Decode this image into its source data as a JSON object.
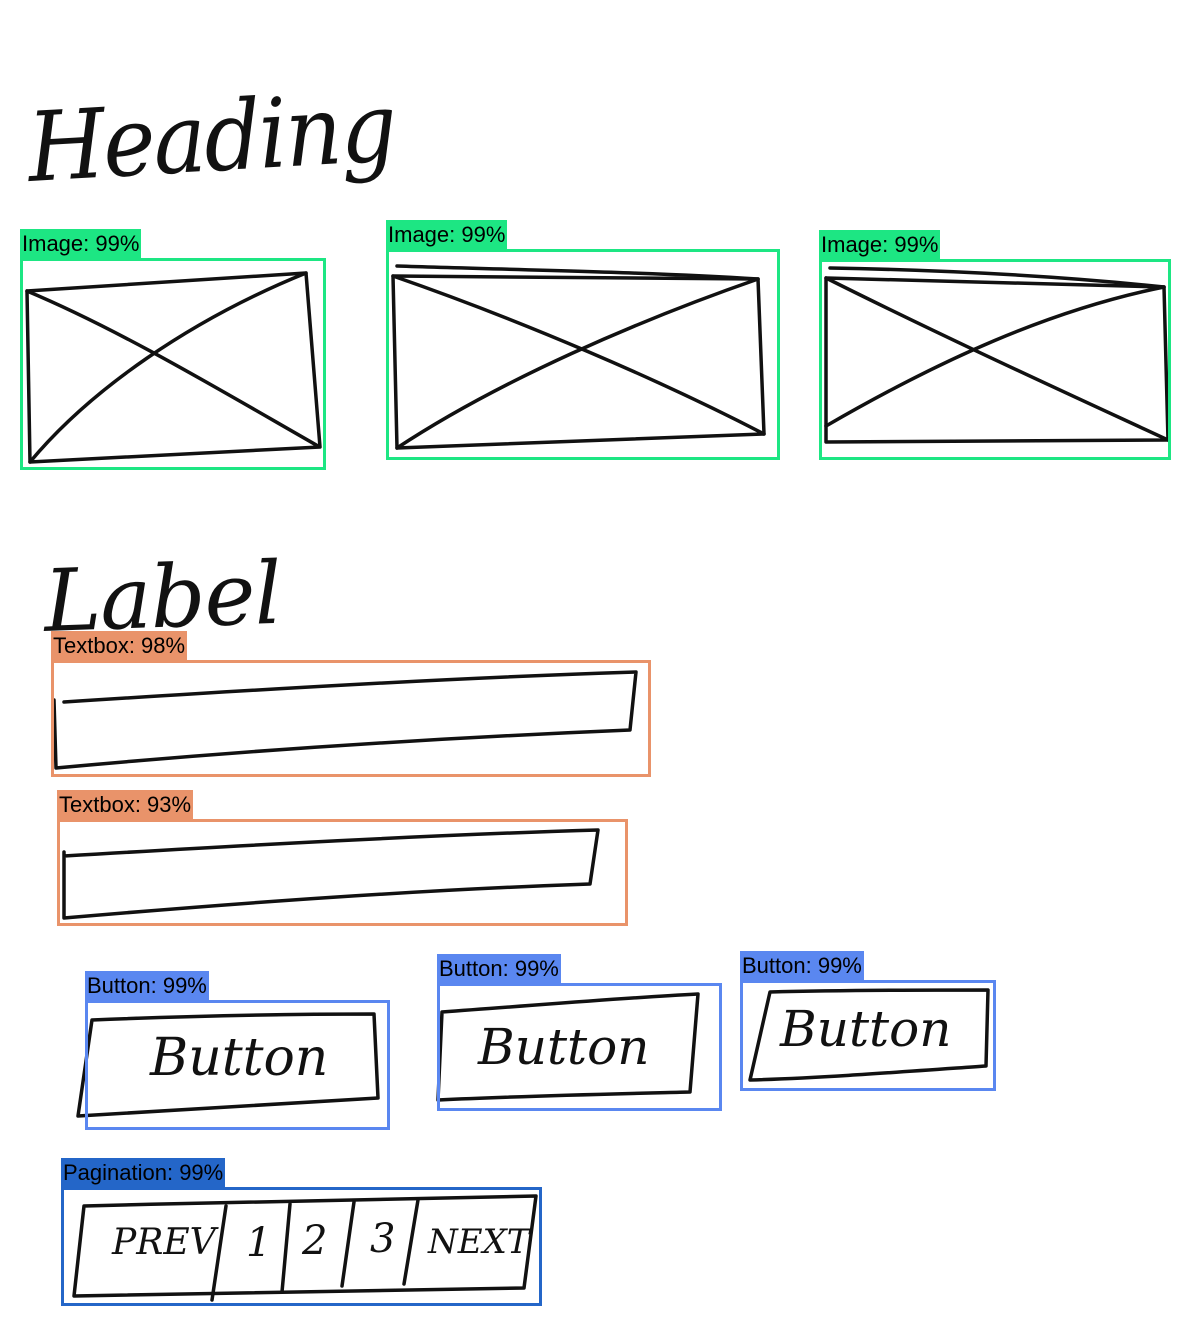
{
  "sketch": {
    "heading": "Heading",
    "label": "Label",
    "button_text": "Button",
    "pagination": [
      "PREV",
      "1",
      "2",
      "3",
      "NEXT"
    ]
  },
  "colors": {
    "image": "#1de683",
    "textbox": "#e9936a",
    "button": "#5a87f0",
    "pagination": "#2466c8"
  },
  "detections": {
    "image": [
      "Image: 99%",
      "Image: 99%",
      "Image: 99%"
    ],
    "textbox": [
      "Textbox: 98%",
      "Textbox: 93%"
    ],
    "button": [
      "Button: 99%",
      "Button: 99%",
      "Button: 99%"
    ],
    "pagination": [
      "Pagination: 99%"
    ]
  }
}
